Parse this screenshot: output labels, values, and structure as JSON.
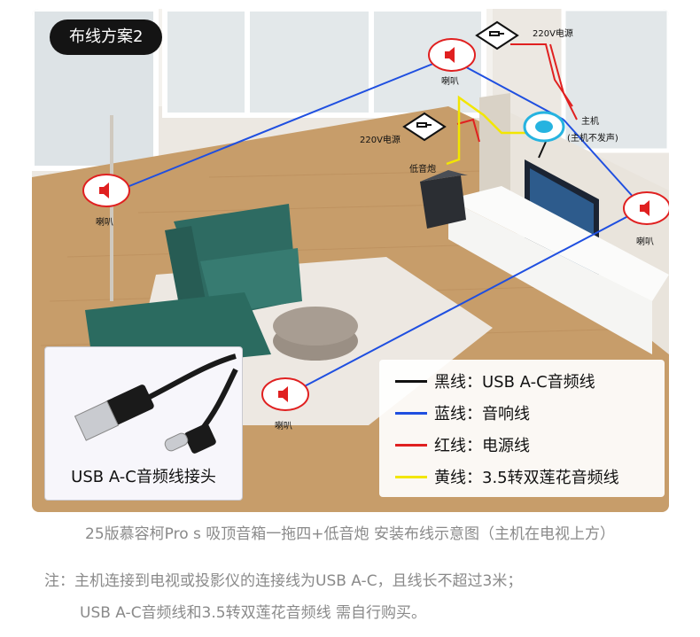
{
  "scheme_title": "布线方案2",
  "labels": {
    "speaker": "喇叭",
    "power_220v": "220V电源",
    "subwoofer": "低音炮",
    "host": "主机",
    "host_note": "(主机不发声)"
  },
  "legend": [
    {
      "color": "#111111",
      "text": "黑线：USB A-C音频线"
    },
    {
      "color": "#1f4fe0",
      "text": "蓝线：音响线"
    },
    {
      "color": "#e02020",
      "text": "红线：电源线"
    },
    {
      "color": "#f2e600",
      "text": "黄线：3.5转双莲花音频线"
    }
  ],
  "inset_caption": "USB A-C音频线接头",
  "caption": "25版慕容柯Pro s 吸顶音箱一拖四+低音炮 安装布线示意图（主机在电视上方）",
  "note_line1": "注：主机连接到电视或投影仪的连接线为USB A-C，且线长不超过3米；",
  "note_line2": "USB A-C音频线和3.5转双莲花音频线 需自行购买。",
  "colors": {
    "black_wire": "#111111",
    "blue_wire": "#1f4fe0",
    "red_wire": "#e02020",
    "yellow_wire": "#f2e600",
    "speaker_ring": "#e02020",
    "host_ring": "#26b3e0"
  }
}
